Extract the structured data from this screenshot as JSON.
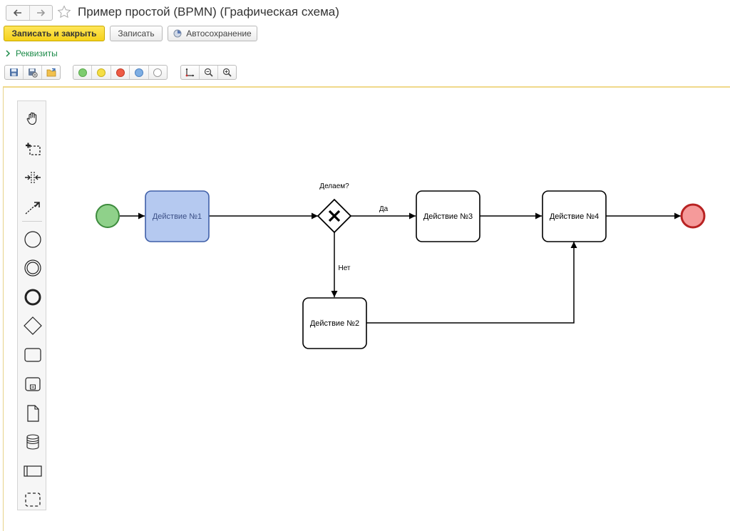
{
  "window": {
    "title": "Пример простой (BPMN) (Графическая схема)",
    "back_icon": "arrow-left-icon",
    "forward_icon": "arrow-right-icon",
    "favorite_icon": "star-icon"
  },
  "commands": {
    "save_close_label": "Записать и закрыть",
    "save_label": "Записать",
    "autosave_label": "Автосохранение"
  },
  "requisites": {
    "label": "Реквизиты"
  },
  "toolbar": {
    "file_buttons": [
      "save-icon",
      "save-settings-icon",
      "open-folder-icon"
    ],
    "color_buttons": [
      "#7dcc6e",
      "#f5de45",
      "#ee5b45",
      "#7eaee3",
      "#ffffff"
    ],
    "view_buttons": [
      "grid-axes-icon",
      "zoom-out-icon",
      "zoom-in-icon"
    ]
  },
  "palette": {
    "tools": [
      "hand-icon",
      "lasso-select-icon",
      "space-tool-icon",
      "connect-arrow-icon"
    ],
    "shapes": [
      "start-event-icon",
      "intermediate-event-icon",
      "end-event-icon",
      "gateway-icon",
      "task-icon",
      "subprocess-icon",
      "data-object-icon",
      "data-store-icon",
      "pool-icon",
      "group-icon"
    ]
  },
  "diagram": {
    "start_event": {
      "color": "#8fd18a",
      "stroke": "#3d8b3d"
    },
    "end_event": {
      "color": "#f59a9a",
      "stroke": "#b82222"
    },
    "gateway": {
      "label": "Делаем?",
      "marker": "X"
    },
    "tasks": {
      "t1": {
        "label": "Действие №1",
        "color": "#b5c9f0",
        "stroke": "#3f5fa8"
      },
      "t2": {
        "label": "Действие №2"
      },
      "t3": {
        "label": "Действие №3"
      },
      "t4": {
        "label": "Действие №4"
      }
    },
    "flows": {
      "yes_label": "Да",
      "no_label": "Нет"
    }
  }
}
